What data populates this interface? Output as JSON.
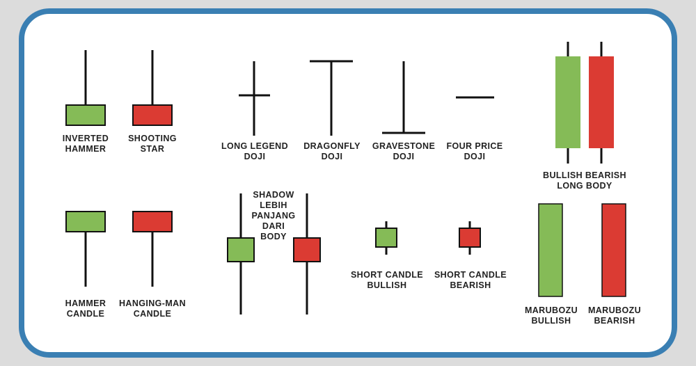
{
  "colors": {
    "bullish": "#85bb57",
    "bearish": "#db3b33",
    "frame_border": "#3a7fb3",
    "outer_background": "#dcdcdc",
    "ink": "#111111",
    "label": "#222222"
  },
  "candles": {
    "inverted_hammer": {
      "label_line1": "INVERTED",
      "label_line2": "HAMMER",
      "color": "bullish"
    },
    "shooting_star": {
      "label_line1": "SHOOTING",
      "label_line2": "STAR",
      "color": "bearish"
    },
    "long_legend_doji": {
      "label_line1": "LONG LEGEND",
      "label_line2": "DOJI"
    },
    "dragonfly_doji": {
      "label_line1": "DRAGONFLY",
      "label_line2": "DOJI"
    },
    "gravestone_doji": {
      "label_line1": "GRAVESTONE",
      "label_line2": "DOJI"
    },
    "four_price_doji": {
      "label_line1": "FOUR PRICE",
      "label_line2": "DOJI"
    },
    "bullish_bearish_long_body": {
      "label_line1": "BULLISH BEARISH",
      "label_line2": "LONG BODY"
    },
    "hammer_candle": {
      "label_line1": "HAMMER",
      "label_line2": "CANDLE",
      "color": "bullish"
    },
    "hanging_man_candle": {
      "label_line1": "HANGING-MAN",
      "label_line2": "CANDLE",
      "color": "bearish"
    },
    "long_shadow_pair": {
      "label_lines": [
        "SHADOW",
        "LEBIH",
        "PANJANG",
        "DARI",
        "BODY"
      ]
    },
    "short_candle_bullish": {
      "label_line1": "SHORT CANDLE",
      "label_line2": "BULLISH",
      "color": "bullish"
    },
    "short_candle_bearish": {
      "label_line1": "SHORT CANDLE",
      "label_line2": "BEARISH",
      "color": "bearish"
    },
    "marubozu_bullish": {
      "label_line1": "MARUBOZU",
      "label_line2": "BULLISH",
      "color": "bullish"
    },
    "marubozu_bearish": {
      "label_line1": "MARUBOZU",
      "label_line2": "BEARISH",
      "color": "bearish"
    }
  }
}
